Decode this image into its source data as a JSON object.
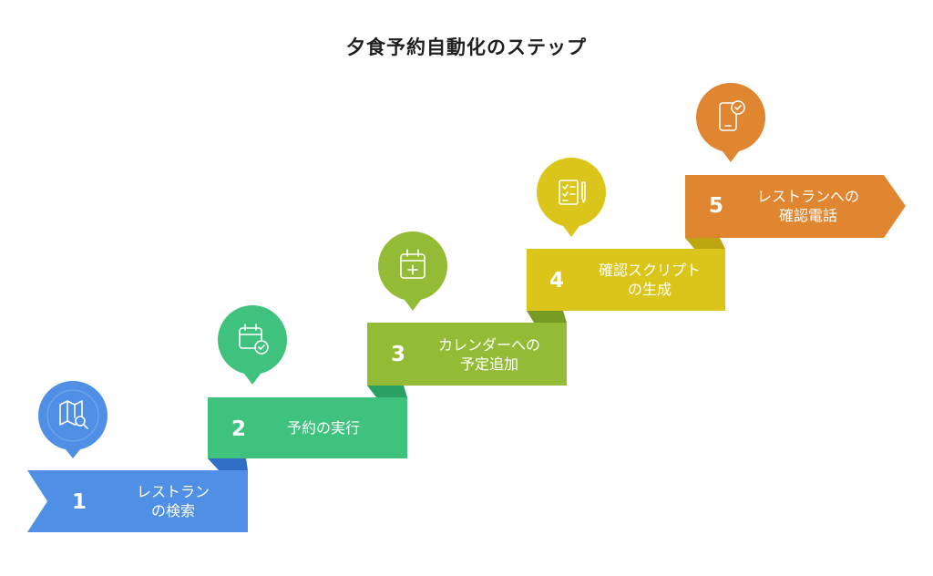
{
  "title": "夕食予約自動化のステップ",
  "colors": {
    "step1": "#4f8fe6",
    "step2": "#3ec27e",
    "step3": "#93bb35",
    "step4": "#dcc51b",
    "step5": "#e08530"
  },
  "steps": [
    {
      "number": "1",
      "line1": "レストラン",
      "line2": "の検索",
      "icon": "map-search-icon"
    },
    {
      "number": "2",
      "line1": "予約の実行",
      "line2": "",
      "icon": "calendar-check-icon"
    },
    {
      "number": "3",
      "line1": "カレンダーへの",
      "line2": "予定追加",
      "icon": "calendar-add-icon"
    },
    {
      "number": "4",
      "line1": "確認スクリプト",
      "line2": "の生成",
      "icon": "checklist-pen-icon"
    },
    {
      "number": "5",
      "line1": "レストランへの",
      "line2": "確認電話",
      "icon": "phone-check-icon"
    }
  ]
}
